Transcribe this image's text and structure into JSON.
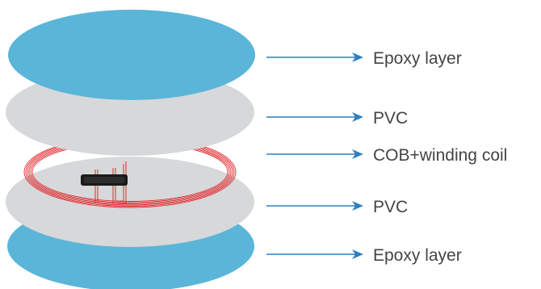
{
  "layers": [
    {
      "label": "Epoxy layer",
      "color": "#5ab5d9",
      "material": "epoxy"
    },
    {
      "label": "PVC",
      "color": "#d7d8d9",
      "material": "pvc"
    },
    {
      "label": "COB+winding coil",
      "color": "#e12a2f",
      "material": "coil"
    },
    {
      "label": "PVC",
      "color": "#d7d8d9",
      "material": "pvc"
    },
    {
      "label": "Epoxy layer",
      "color": "#5ab5d9",
      "material": "epoxy"
    }
  ],
  "arrow_color": "#2f7fbf",
  "label_color": "#444444",
  "chip_color": "#1a1a1a"
}
